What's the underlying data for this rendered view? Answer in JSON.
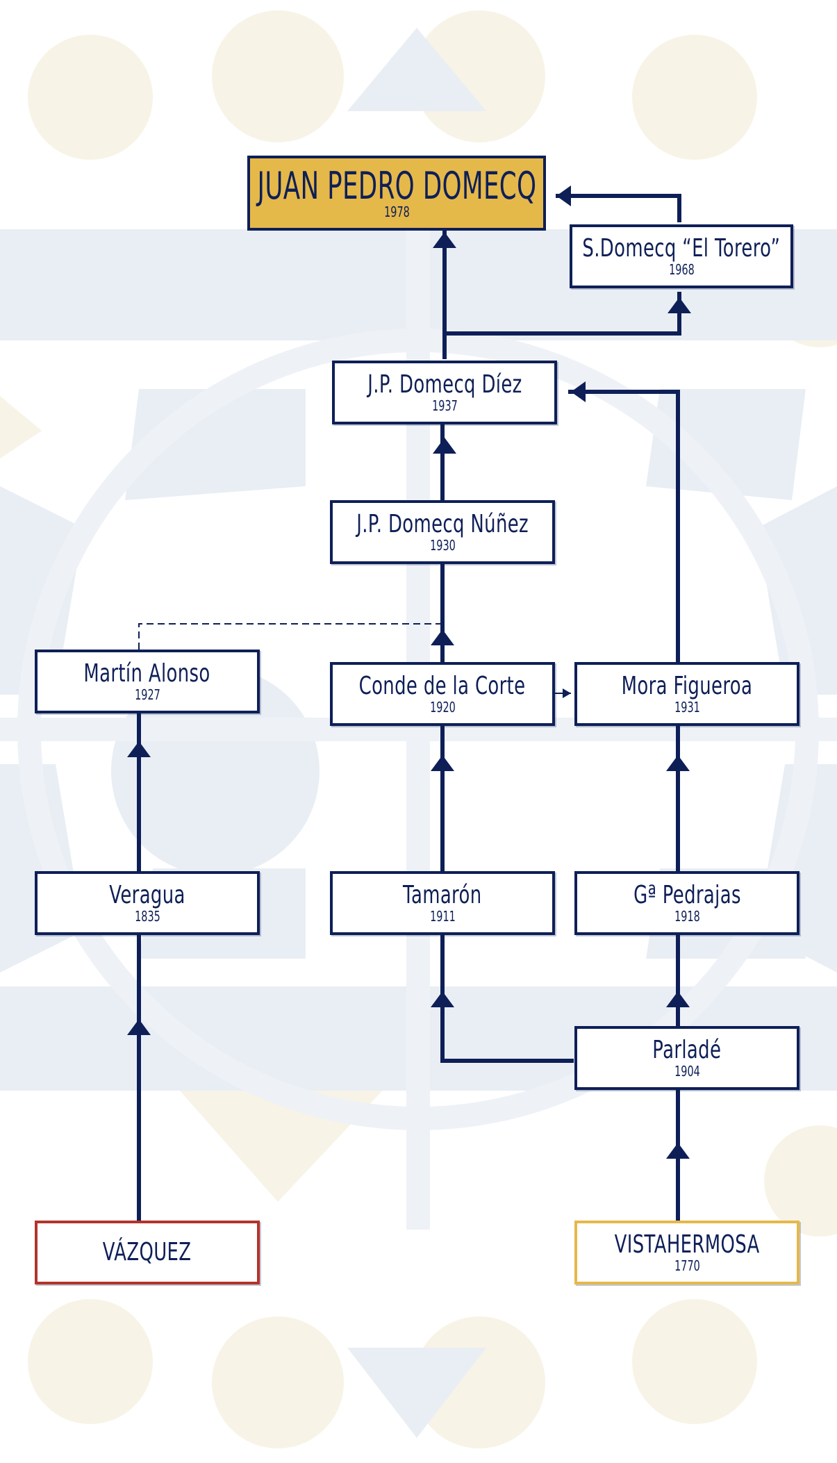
{
  "colors": {
    "navy": "#0e1f57",
    "gold": "#e5b84a",
    "red": "#b3342b"
  },
  "nodes": {
    "juan_pedro_domecq": {
      "name": "JUAN PEDRO DOMECQ",
      "year": "1978"
    },
    "s_domecq_el_torero": {
      "name": "S.Domecq “El Torero”",
      "year": "1968"
    },
    "jp_domecq_diez": {
      "name": "J.P. Domecq Díez",
      "year": "1937"
    },
    "jp_domecq_nunez": {
      "name": "J.P. Domecq Núñez",
      "year": "1930"
    },
    "martin_alonso": {
      "name": "Martín Alonso",
      "year": "1927"
    },
    "conde_de_la_corte": {
      "name": "Conde de la Corte",
      "year": "1920"
    },
    "mora_figueroa": {
      "name": "Mora Figueroa",
      "year": "1931"
    },
    "veragua": {
      "name": "Veragua",
      "year": "1835"
    },
    "tamaron": {
      "name": "Tamarón",
      "year": "1911"
    },
    "ga_pedrajas": {
      "name": "Gª Pedrajas",
      "year": "1918"
    },
    "parlade": {
      "name": "Parladé",
      "year": "1904"
    },
    "vazquez": {
      "name": "VÁZQUEZ",
      "year": ""
    },
    "vistahermosa": {
      "name": "VISTAHERMOSA",
      "year": "1770"
    }
  }
}
